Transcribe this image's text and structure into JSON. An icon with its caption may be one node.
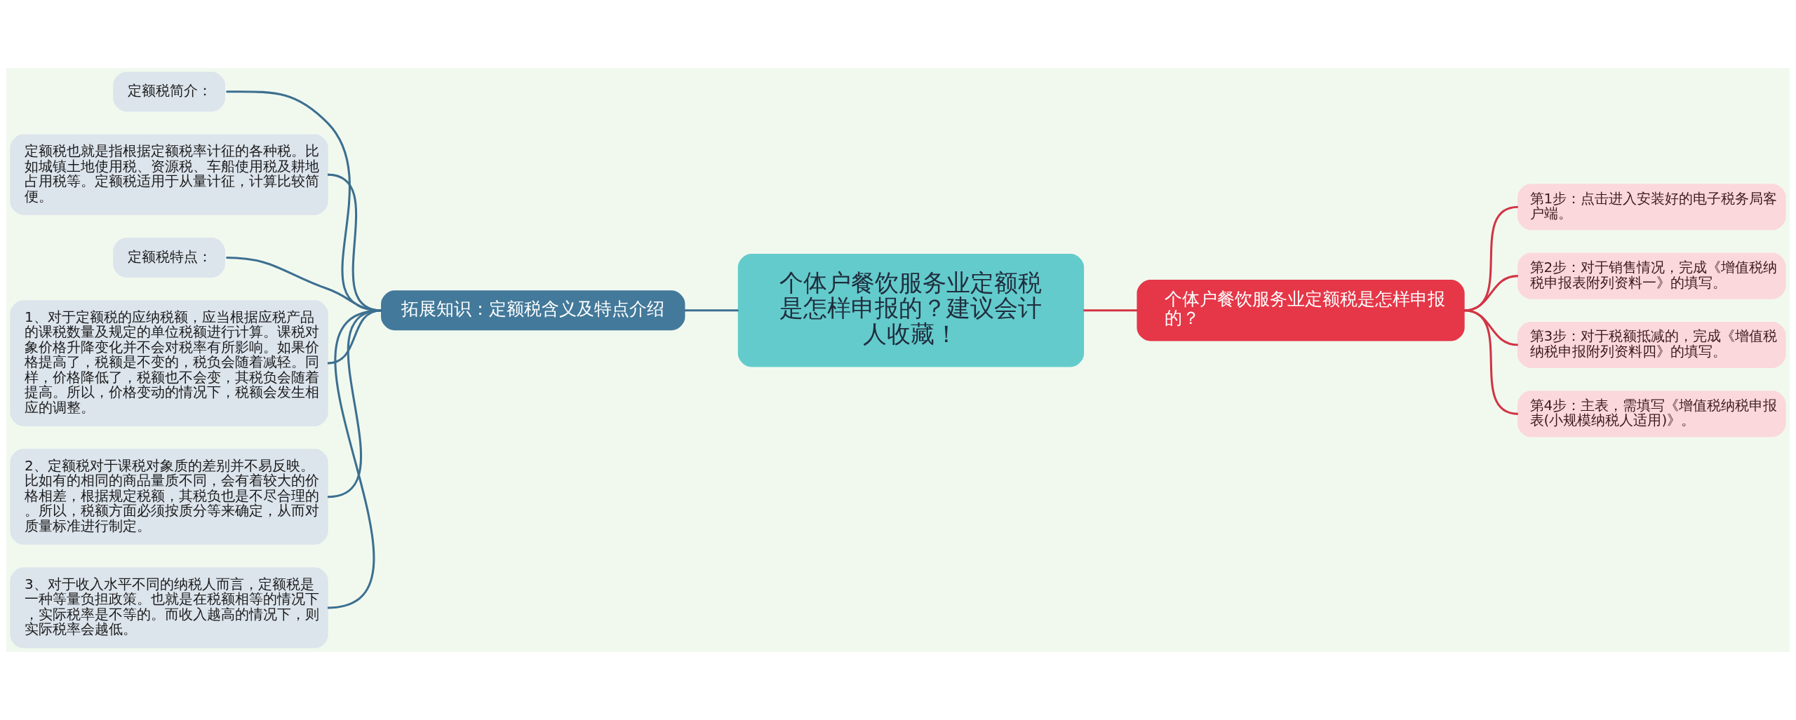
{
  "diagram": {
    "nodes": [
      {
        "text": [
          "个体户餐饮服务业定额税是怎样申报的？建议会计人收藏！"
        ]
      },
      {
        "text": [
          "拓展知识：定额税含义及特点介绍"
        ]
      },
      {
        "text": [
          "定额税简介："
        ]
      },
      {
        "text": [
          "定额税也就是指根据定额税率计征的各种税。比如城镇土地使用税、资源税、车船使用税及耕地占用税等。定额税适用于从量计征，计算比较简便。"
        ]
      },
      {
        "text": [
          "定额税特点："
        ]
      },
      {
        "text": [
          "1、对于定额税的应纳税额，应当根据应税产品的课税数量及规定的单位税额进行计算。课税对象价格升降变化并不会对税率有所影响。如果价格提高了，税额是不变的，税负会随着减轻。同样，价格降低了，税额也不会变，其税负会随着提高。所以，价格变动的情况下，税额会发生相应的调整。"
        ]
      },
      {
        "text": [
          "2、定额税对于课税对象质的差别并不易反映。比如有的相同的商品量质不同，会有着较大的价格相差，根据规定税额，其税负也是不尽合理的。所以，税额方面必须按质分等来确定，从而对质量标准进行制定。"
        ]
      },
      {
        "text": [
          "3、对于收入水平不同的纳税人而言，定额税是一种等量负担政策。也就是在税额相等的情况下，实际税率是不等的。而收入越高的情况下，则实际税率会越低。"
        ]
      },
      {
        "text": [
          "个体户餐饮服务业定额税是怎样申报的？"
        ]
      },
      {
        "text": [
          "第1步：点击进入安装好的电子税务局客户端。"
        ]
      },
      {
        "text": [
          "第2步：对于销售情况，完成《增值税纳税申报表附列资料一》的填写。"
        ]
      },
      {
        "text": [
          "第3步：对于税额抵减的，完成《增值税纳税申报附列资料四》的填写。"
        ]
      },
      {
        "text": [
          "第4步：主表，需填写《增值税纳税申报表(小规模纳税人适用)》。"
        ]
      }
    ],
    "edges": [
      {
        "from": 2,
        "to": 1,
        "arrow": "none"
      },
      {
        "from": 3,
        "to": 1,
        "arrow": "none"
      },
      {
        "from": 4,
        "to": 1,
        "arrow": "none"
      },
      {
        "from": 5,
        "to": 1,
        "arrow": "none"
      },
      {
        "from": 6,
        "to": 1,
        "arrow": "none"
      },
      {
        "from": 7,
        "to": 1,
        "arrow": "none"
      },
      {
        "from": 1,
        "to": 0,
        "arrow": "none"
      },
      {
        "from": 0,
        "to": 8,
        "arrow": "none",
        "color": "#d23444"
      },
      {
        "from": 8,
        "to": 9,
        "arrow": "none",
        "color": "#d23444"
      },
      {
        "from": 8,
        "to": 10,
        "arrow": "none",
        "color": "#d23444"
      },
      {
        "from": 8,
        "to": 11,
        "arrow": "none",
        "color": "#d23444"
      },
      {
        "from": 8,
        "to": 12,
        "arrow": "none",
        "color": "#d23444"
      }
    ]
  }
}
